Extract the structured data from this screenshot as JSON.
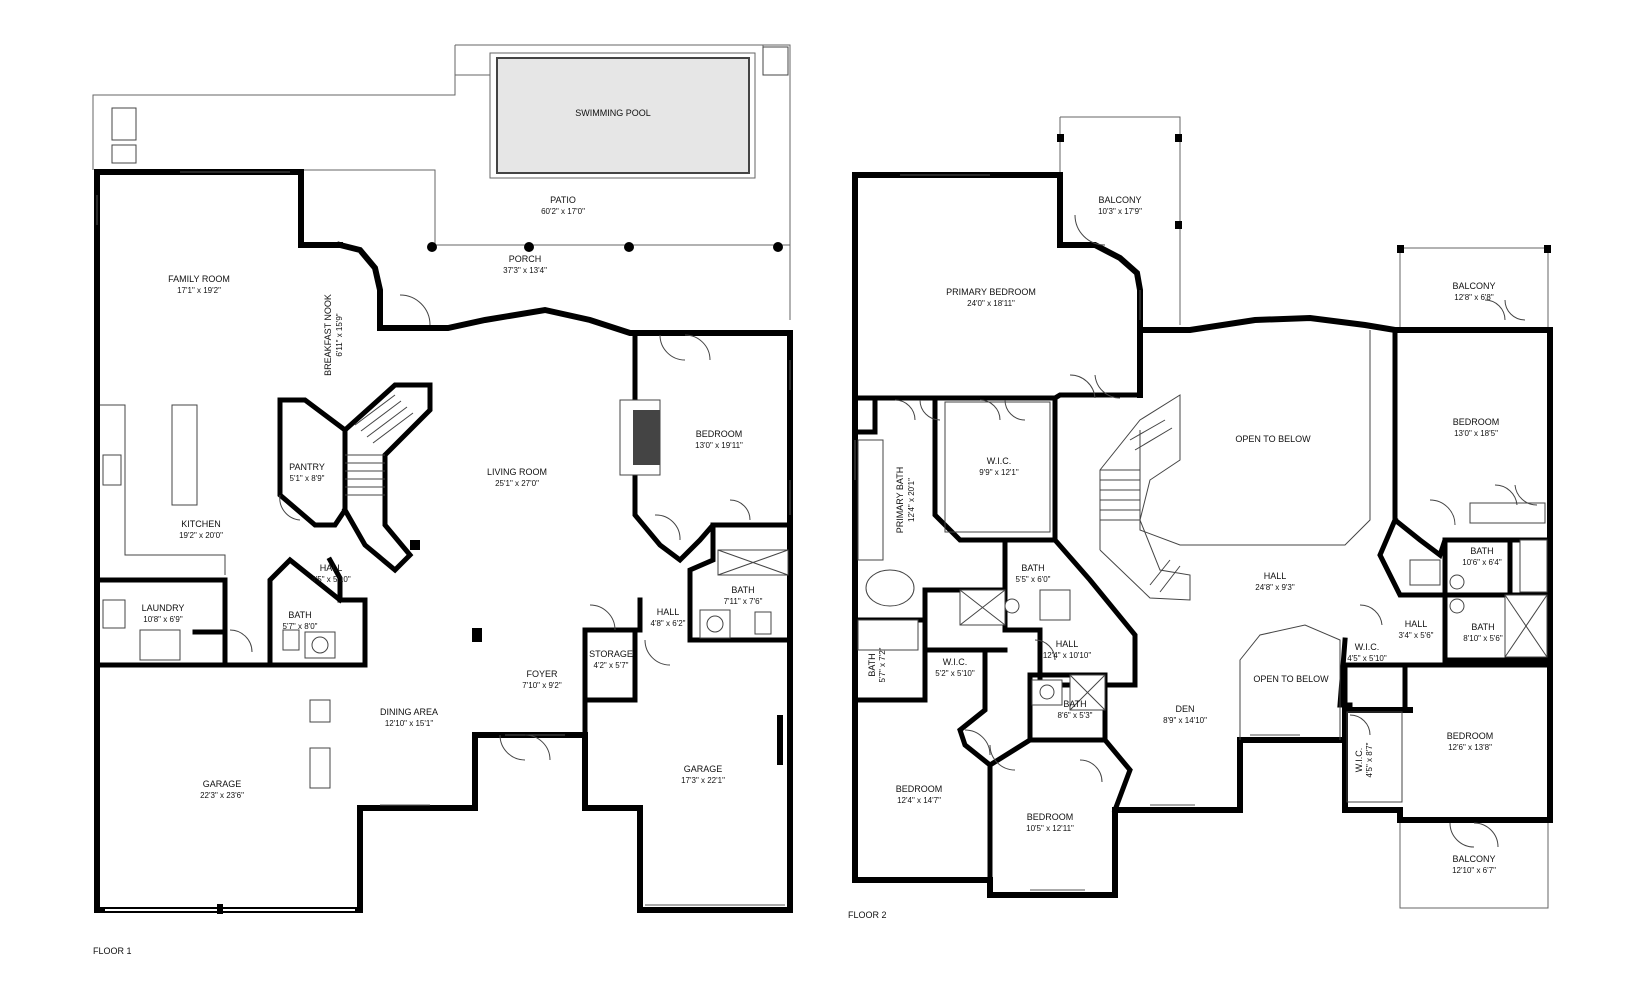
{
  "floors": {
    "floor1": {
      "label": "FLOOR 1",
      "rooms": {
        "pool": {
          "name": "SWIMMING POOL",
          "dims": ""
        },
        "patio": {
          "name": "PATIO",
          "dims": "60'2\" x 17'0\""
        },
        "porch": {
          "name": "PORCH",
          "dims": "37'3\" x 13'4\""
        },
        "family_room": {
          "name": "FAMILY ROOM",
          "dims": "17'1\" x 19'2\""
        },
        "breakfast_nook": {
          "name": "BREAKFAST NOOK",
          "dims": "6'11\" x 15'9\""
        },
        "pantry": {
          "name": "PANTRY",
          "dims": "5'1\" x 8'9\""
        },
        "kitchen": {
          "name": "KITCHEN",
          "dims": "19'2\" x 20'0\""
        },
        "living_room": {
          "name": "LIVING ROOM",
          "dims": "25'1\" x 27'0\""
        },
        "bedroom": {
          "name": "BEDROOM",
          "dims": "13'0\" x 19'11\""
        },
        "hall_a": {
          "name": "HALL",
          "dims": "4'5\" x 5'10\""
        },
        "laundry": {
          "name": "LAUNDRY",
          "dims": "10'8\" x 6'9\""
        },
        "bath_a": {
          "name": "BATH",
          "dims": "5'7\" x 8'0\""
        },
        "bath_b": {
          "name": "BATH",
          "dims": "7'11\" x 7'6\""
        },
        "hall_b": {
          "name": "HALL",
          "dims": "4'8\" x 6'2\""
        },
        "storage": {
          "name": "STORAGE",
          "dims": "4'2\" x 5'7\""
        },
        "foyer": {
          "name": "FOYER",
          "dims": "7'10\" x 9'2\""
        },
        "dining_area": {
          "name": "DINING AREA",
          "dims": "12'10\" x 15'1\""
        },
        "garage_a": {
          "name": "GARAGE",
          "dims": "22'3\" x 23'6\""
        },
        "garage_b": {
          "name": "GARAGE",
          "dims": "17'3\" x 22'1\""
        }
      }
    },
    "floor2": {
      "label": "FLOOR 2",
      "rooms": {
        "balcony_a": {
          "name": "BALCONY",
          "dims": "10'3\" x 17'9\""
        },
        "primary_bedroom": {
          "name": "PRIMARY BEDROOM",
          "dims": "24'0\" x 18'11\""
        },
        "balcony_b": {
          "name": "BALCONY",
          "dims": "12'8\" x 6'8\""
        },
        "open_below_a": {
          "name": "OPEN TO BELOW",
          "dims": ""
        },
        "bedroom_a": {
          "name": "BEDROOM",
          "dims": "13'0\" x 18'5\""
        },
        "primary_bath": {
          "name": "PRIMARY BATH",
          "dims": "12'4\" x 20'1\""
        },
        "wic_a": {
          "name": "W.I.C.",
          "dims": "9'9\" x 12'1\""
        },
        "bath_a": {
          "name": "BATH",
          "dims": "10'6\" x 6'4\""
        },
        "bath_b": {
          "name": "BATH",
          "dims": "5'5\" x 6'0\""
        },
        "hall_a": {
          "name": "HALL",
          "dims": "24'8\" x 9'3\""
        },
        "hall_b": {
          "name": "HALL",
          "dims": "3'4\" x 5'6\""
        },
        "bath_c": {
          "name": "BATH",
          "dims": "8'10\" x 5'6\""
        },
        "bath_d": {
          "name": "BATH",
          "dims": "5'7\" x 7'2\""
        },
        "wic_b": {
          "name": "W.I.C.",
          "dims": "5'2\" x 5'10\""
        },
        "hall_c": {
          "name": "HALL",
          "dims": "12'4\" x 10'10\""
        },
        "open_below_b": {
          "name": "OPEN TO BELOW",
          "dims": ""
        },
        "wic_c": {
          "name": "W.I.C.",
          "dims": "4'5\" x 5'10\""
        },
        "bath_e": {
          "name": "BATH",
          "dims": "8'6\" x 5'3\""
        },
        "den": {
          "name": "DEN",
          "dims": "8'9\" x 14'10\""
        },
        "bedroom_b": {
          "name": "BEDROOM",
          "dims": "12'6\" x 13'8\""
        },
        "wic_d": {
          "name": "W.I.C.",
          "dims": "4'5\" x 8'7\""
        },
        "bedroom_c": {
          "name": "BEDROOM",
          "dims": "12'4\" x 14'7\""
        },
        "bedroom_d": {
          "name": "BEDROOM",
          "dims": "10'5\" x 12'11\""
        },
        "balcony_c": {
          "name": "BALCONY",
          "dims": "12'10\" x 6'7\""
        }
      }
    }
  }
}
